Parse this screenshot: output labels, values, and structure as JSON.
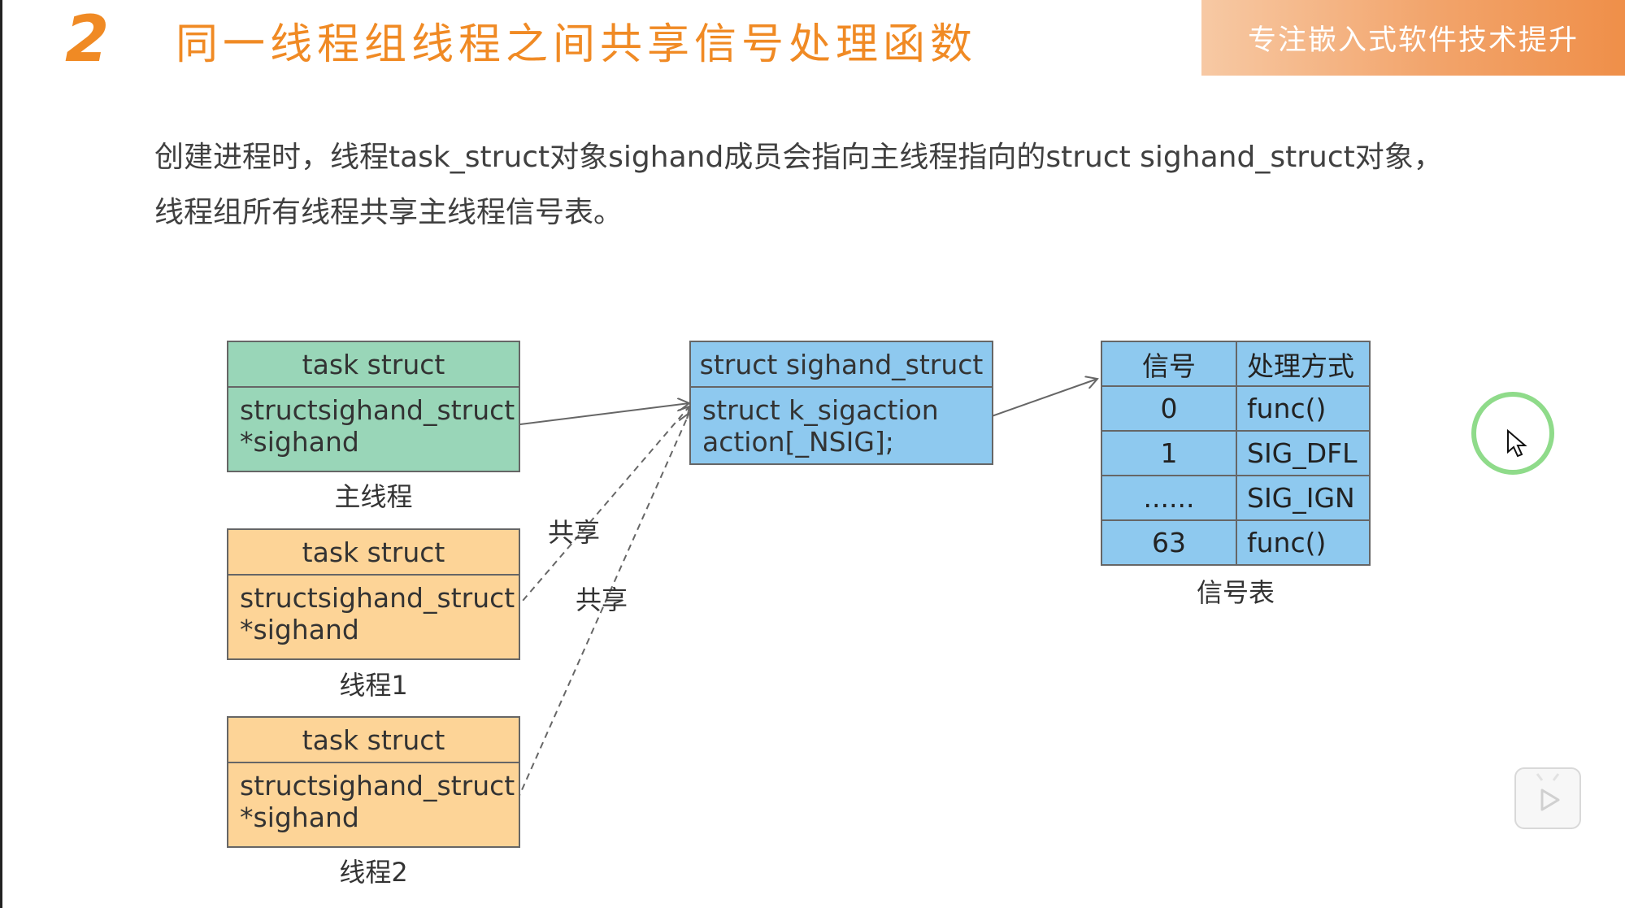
{
  "header": {
    "section_number": "2",
    "title": "同一线程组线程之间共享信号处理函数",
    "brand": "专注嵌入式软件技术提升"
  },
  "intro": {
    "line1": "创建进程时，线程task_struct对象sighand成员会指向主线程指向的struct sighand_struct对象，",
    "line2": "线程组所有线程共享主线程信号表。"
  },
  "diagram": {
    "main_thread": {
      "head": "task struct",
      "body1": "structsighand_struct",
      "body2": "*sighand",
      "caption": "主线程"
    },
    "thread1": {
      "head": "task struct",
      "body1": "structsighand_struct",
      "body2": "*sighand",
      "caption": "线程1"
    },
    "thread2": {
      "head": "task struct",
      "body1": "structsighand_struct",
      "body2": "*sighand",
      "caption": "线程2"
    },
    "sighand": {
      "head": "struct sighand_struct",
      "body1": "struct k_sigaction",
      "body2": "action[_NSIG];"
    },
    "share_labels": [
      "共享",
      "共享"
    ],
    "signal_table": {
      "header": [
        "信号",
        "处理方式"
      ],
      "rows": [
        [
          "0",
          "func()"
        ],
        [
          "1",
          "SIG_DFL"
        ],
        [
          "......",
          "SIG_IGN"
        ],
        [
          "63",
          "func()"
        ]
      ],
      "caption": "信号表"
    }
  },
  "colors": {
    "accent": "#f08a24",
    "main_thread_box": "#99d6b8",
    "thread_box": "#fdd497",
    "struct_box": "#8ec9ef"
  }
}
